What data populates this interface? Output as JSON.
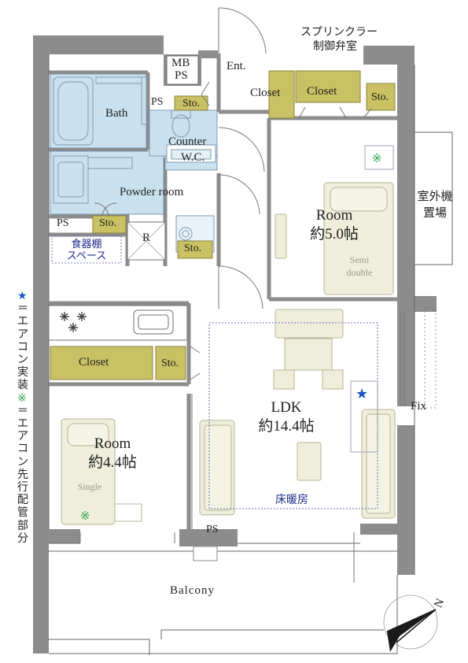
{
  "labels": {
    "sprinkler_line1": "スプリンクラー",
    "sprinkler_line2": "制御弁室",
    "mb": "MB",
    "ps_mb": "PS",
    "entrance": "Ent.",
    "closet_entry": "Closet",
    "closet_room1": "Closet",
    "sto_room1": "Sto.",
    "bath": "Bath",
    "ps_bath": "PS",
    "sto_bath": "Sto.",
    "counter": "Counter",
    "wc": "W.C.",
    "powder_room": "Powder room",
    "ps_left": "PS",
    "sto_powder": "Sto.",
    "refrigerator": "R",
    "sto_kitchen": "Sto.",
    "dish_shelf_line1": "食器棚",
    "dish_shelf_line2": "スペース",
    "room1_name": "Room",
    "room1_size": "約5.0帖",
    "room1_bed_line1": "Semi",
    "room1_bed_line2": "double",
    "outdoor_unit_line1": "室外機",
    "outdoor_unit_line2": "置場",
    "ldk_name": "LDK",
    "ldk_size": "約14.4帖",
    "floor_heating": "床暖房",
    "fix": "Fix",
    "closet_room2": "Closet",
    "sto_room2": "Sto.",
    "room2_name": "Room",
    "room2_size": "約4.4帖",
    "room2_bed": "Single",
    "ps_bottom": "PS",
    "balcony": "Balcony",
    "north": "N"
  },
  "legend": {
    "star_symbol": "★",
    "star_text": "＝エアコン実装",
    "rice_symbol": "※",
    "rice_text": "＝エアコン先行配管部分"
  },
  "colors": {
    "wall": "#8c8c8c",
    "wet_area": "#c9e0ef",
    "storage": "#c9c163",
    "furniture": "#eeeedb",
    "aircon_star": "#1a56c2",
    "aircon_pipe": "#2aa44a",
    "floor_heating_line": "#3a4aa8"
  }
}
